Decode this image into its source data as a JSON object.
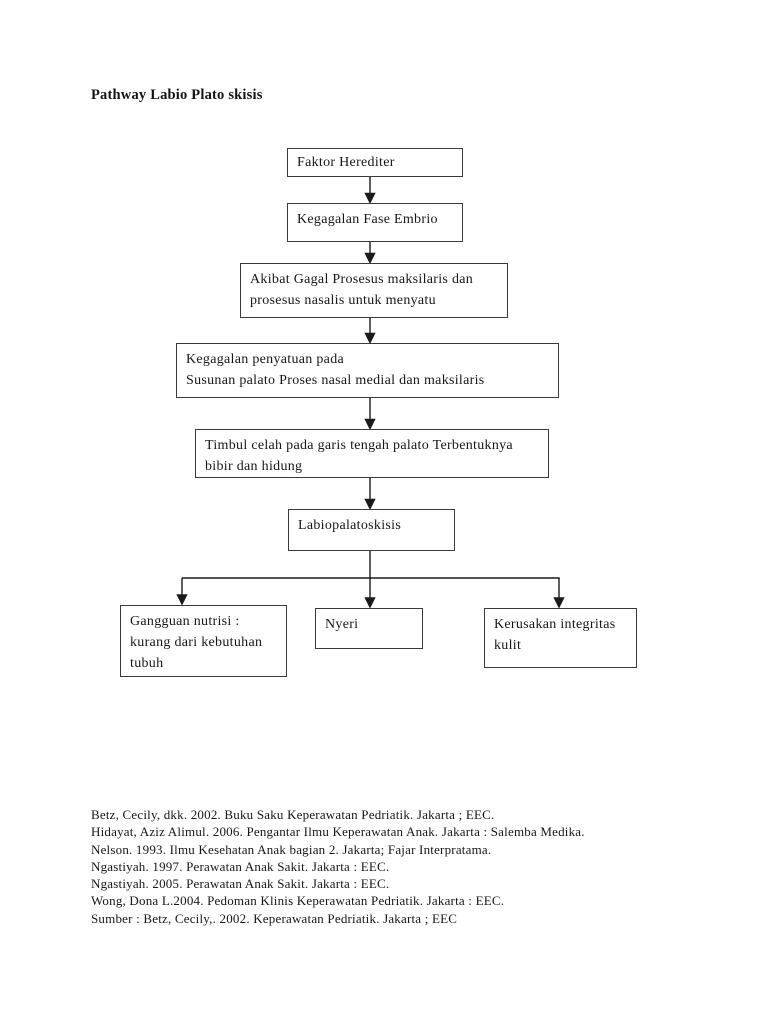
{
  "page": {
    "title": "Pathway Labio Plato skisis"
  },
  "diagram": {
    "type": "flowchart",
    "line_color": "#1a1a1a",
    "box_border_color": "#3a3a3a",
    "nodes": [
      {
        "id": "faktor-herediter",
        "label": "Faktor Herediter"
      },
      {
        "id": "kegagalan-fase-embrio",
        "label": "Kegagalan Fase Embrio"
      },
      {
        "id": "akibat-gagal-prosesus",
        "label": "Akibat Gagal Prosesus maksilaris dan\nprosesus nasalis untuk menyatu"
      },
      {
        "id": "kegagalan-penyatuan",
        "label": "Kegagalan penyatuan pada\nSusunan palato Proses nasal medial dan maksilaris"
      },
      {
        "id": "timbul-celah",
        "label": "Timbul celah pada garis tengah palato Terbentuknya\nbibir dan hidung"
      },
      {
        "id": "labiopalatoskisis",
        "label": "Labiopalatoskisis"
      },
      {
        "id": "gangguan-nutrisi",
        "label": "Gangguan nutrisi :\nkurang dari kebutuhan\ntubuh"
      },
      {
        "id": "nyeri",
        "label": "Nyeri"
      },
      {
        "id": "kerusakan-integritas-kulit",
        "label": "Kerusakan integritas\nkulit"
      }
    ],
    "edges": [
      "faktor-herediter -> kegagalan-fase-embrio",
      "kegagalan-fase-embrio -> akibat-gagal-prosesus",
      "akibat-gagal-prosesus -> kegagalan-penyatuan",
      "kegagalan-penyatuan -> timbul-celah",
      "timbul-celah -> labiopalatoskisis",
      "labiopalatoskisis -> gangguan-nutrisi",
      "labiopalatoskisis -> nyeri",
      "labiopalatoskisis -> kerusakan-integritas-kulit"
    ]
  },
  "references": [
    "Betz, Cecily, dkk. 2002. Buku Saku Keperawatan Pedriatik. Jakarta ; EEC.",
    "Hidayat, Aziz Alimul. 2006. Pengantar Ilmu Keperawatan Anak. Jakarta : Salemba Medika.",
    "Nelson. 1993. Ilmu Kesehatan Anak bagian 2. Jakarta; Fajar Interpratama.",
    "Ngastiyah. 1997. Perawatan Anak Sakit. Jakarta : EEC.",
    "Ngastiyah. 2005. Perawatan Anak Sakit. Jakarta : EEC.",
    "Wong, Dona L.2004. Pedoman Klinis Keperawatan Pedriatik. Jakarta : EEC.",
    "Sumber : Betz, Cecily,. 2002. Keperawatan Pedriatik. Jakarta ; EEC"
  ]
}
